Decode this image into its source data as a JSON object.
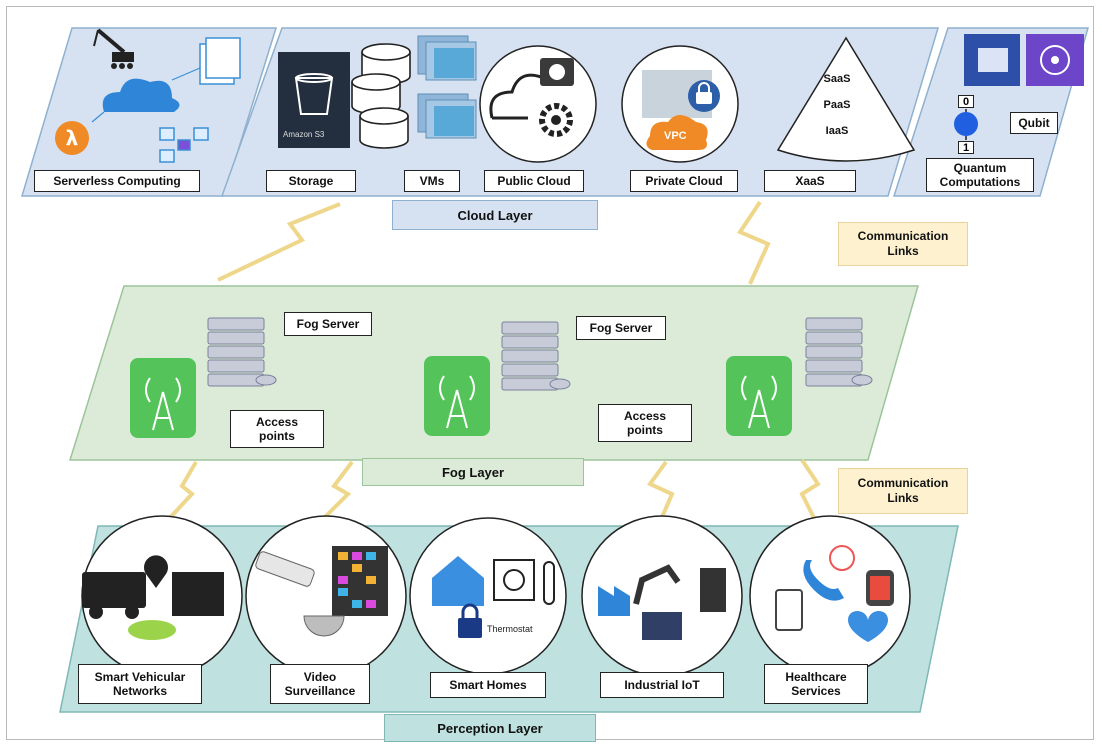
{
  "layers": {
    "cloud": "Cloud Layer",
    "fog": "Fog Layer",
    "perception": "Perception Layer"
  },
  "communication_links": [
    "Communication\nLinks",
    "Communication\nLinks"
  ],
  "cloud": {
    "serverless": "Serverless Computing",
    "storage": "Storage",
    "vms": "VMs",
    "public_cloud": "Public Cloud",
    "private_cloud": "Private Cloud",
    "xaas": "XaaS",
    "service_models": [
      "SaaS",
      "PaaS",
      "IaaS"
    ],
    "amazon_s3": "Amazon S3",
    "vpc": "VPC"
  },
  "quantum": {
    "qubit": "Qubit",
    "label": "Quantum\nComputations",
    "state_zero": "0",
    "state_one": "1"
  },
  "fog": {
    "servers": [
      "Fog Server",
      "Fog Server"
    ],
    "access_points": [
      "Access\npoints",
      "Access\npoints"
    ]
  },
  "perception": {
    "apps": [
      "Smart Vehicular\nNetworks",
      "Video\nSurveillance",
      "Smart Homes",
      "Industrial IoT",
      "Healthcare\nServices"
    ],
    "thermostat": "Thermostat"
  },
  "colors": {
    "cloud_panel": "#d6e2f1",
    "fog_panel": "#dcebd7",
    "perception_panel": "#bfe2e0",
    "tower_green": "#54c45a",
    "link_yellow": "#eed78a",
    "comm_box": "#fdf1cf"
  }
}
